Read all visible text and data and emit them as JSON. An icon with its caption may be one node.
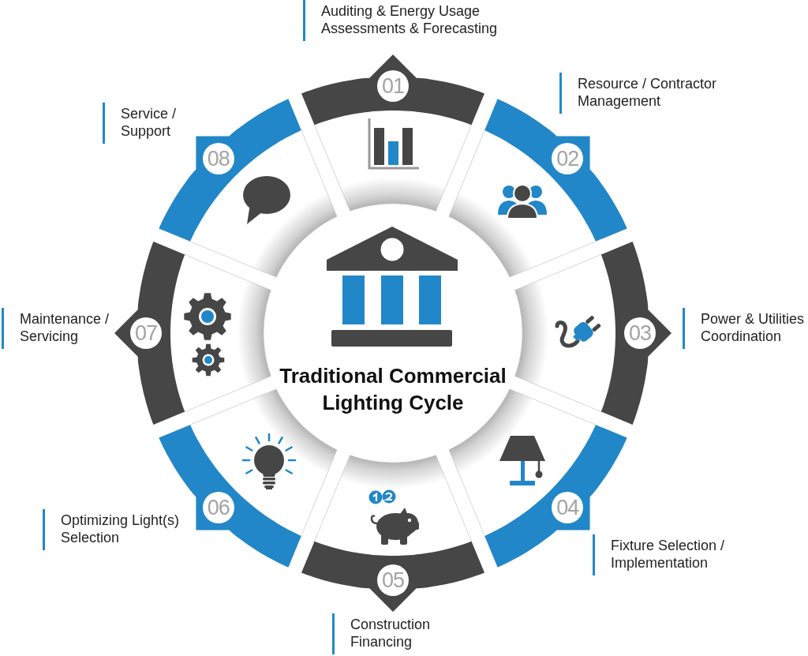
{
  "diagram": {
    "nodes": [
      {
        "text": [
          "01"
        ],
        "beside": [
          "Auditing & Energy Usage Assessments & Forecasting"
        ]
      },
      {
        "text": [
          "02"
        ],
        "beside": [
          "Resource / Contractor Management"
        ]
      },
      {
        "text": [
          "03"
        ],
        "beside": [
          "Power & Utilities Coordination"
        ]
      },
      {
        "text": [
          "04"
        ],
        "beside": [
          "Fixture Selection / Implementation"
        ]
      },
      {
        "text": [
          "05"
        ],
        "beside": [
          "Construction Financing"
        ]
      },
      {
        "text": [
          "06"
        ],
        "beside": [
          "Optimizing Light(s) Selection"
        ]
      },
      {
        "text": [
          "07"
        ],
        "beside": [
          "Maintenance / Servicing"
        ]
      },
      {
        "text": [
          "08"
        ],
        "beside": [
          "Service / Support"
        ]
      },
      {
        "text": [
          "Traditional Commercial Lighting Cycle"
        ]
      }
    ]
  }
}
